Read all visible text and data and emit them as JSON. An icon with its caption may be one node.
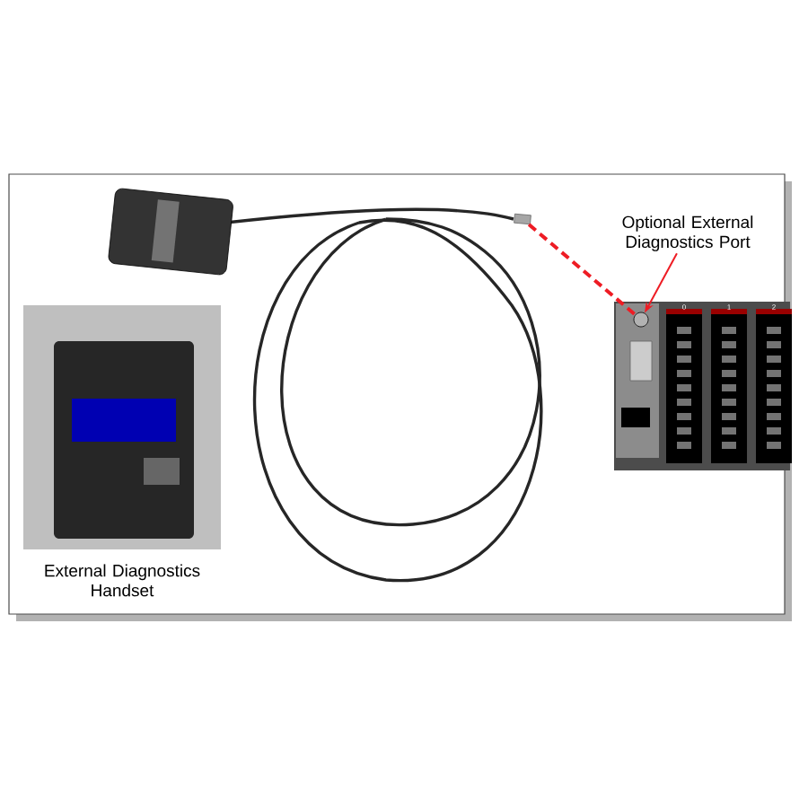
{
  "diagram": {
    "nodes": [
      {
        "text": [
          "External Diagnostics Handset"
        ]
      },
      {
        "text": [],
        "shape": "box"
      },
      {
        "text": [],
        "shape": "circle"
      },
      {
        "text": [
          "Optional External Diagnostics Port"
        ]
      }
    ],
    "edges": [
      {
        "from": 1,
        "to": 2,
        "arrow": "none",
        "style": "dashed",
        "color": "#ee1c24"
      },
      {
        "from": 3,
        "to": 2,
        "arrow": "to",
        "color": "#ee1c24"
      }
    ],
    "labels": [
      "0",
      "1",
      "2"
    ]
  }
}
